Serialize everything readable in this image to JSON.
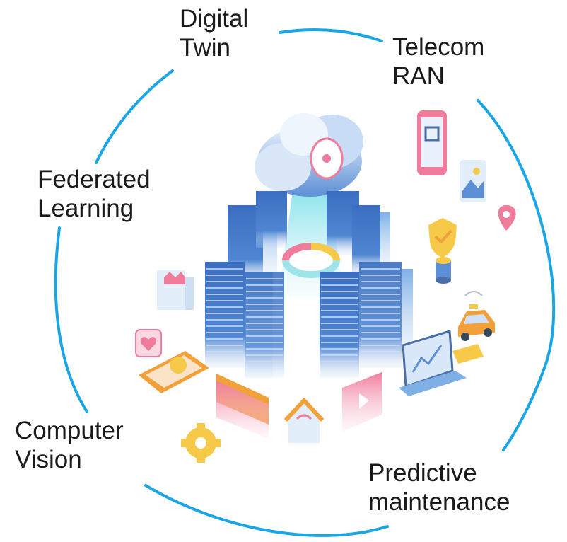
{
  "labels": {
    "digital_twin": {
      "line1": "Digital",
      "line2": "Twin"
    },
    "telecom_ran": {
      "line1": "Telecom",
      "line2": "RAN"
    },
    "federated_learning": {
      "line1": "Federated",
      "line2": "Learning"
    },
    "computer_vision": {
      "line1": "Computer",
      "line2": "Vision"
    },
    "predictive_maintenance": {
      "line1": "Predictive",
      "line2": "maintenance"
    }
  },
  "colors": {
    "ring": "#1aa6e4",
    "server_dark": "#2e5fae",
    "server_light": "#6fa5e0",
    "server_top": "#d8e8f8",
    "accent_orange": "#f2a03a",
    "accent_pink": "#f07c9c",
    "accent_yellow": "#f7c948"
  },
  "icons": [
    "cloud-icon",
    "server-rack-icon",
    "donut-chart-icon",
    "smartphone-qr-icon",
    "image-icon",
    "location-pin-icon",
    "shield-check-icon",
    "database-icon",
    "taxi-car-icon",
    "laptop-chart-icon",
    "credit-card-icon",
    "factory-icon",
    "heart-chat-icon",
    "phone-emoji-icon",
    "web-window-icon",
    "gear-icon",
    "smart-home-icon",
    "video-player-icon"
  ]
}
